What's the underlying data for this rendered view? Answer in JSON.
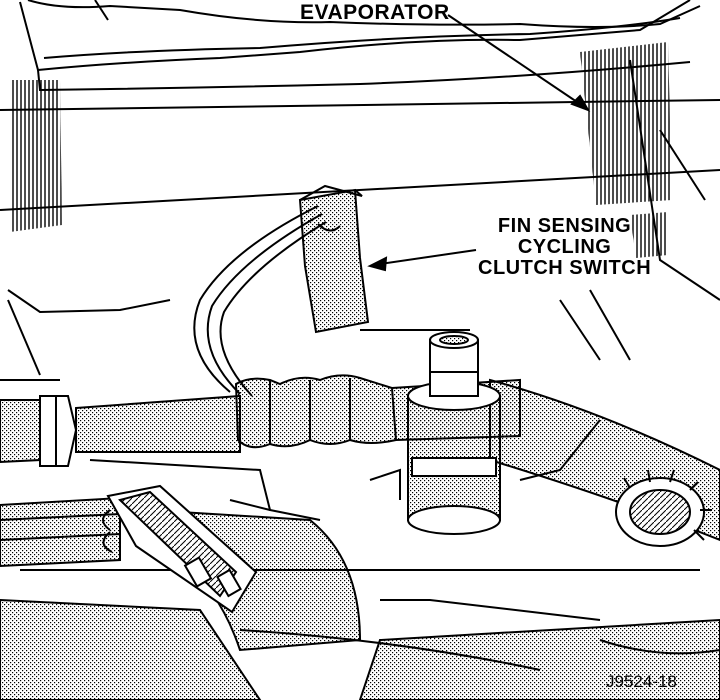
{
  "labels": {
    "evaporator": "EVAPORATOR",
    "fin_sensing": [
      "FIN SENSING",
      "CYCLING",
      "CLUTCH SWITCH"
    ]
  },
  "figure_id": "J9524-18",
  "colors": {
    "ink": "#000000",
    "paper": "#ffffff"
  }
}
